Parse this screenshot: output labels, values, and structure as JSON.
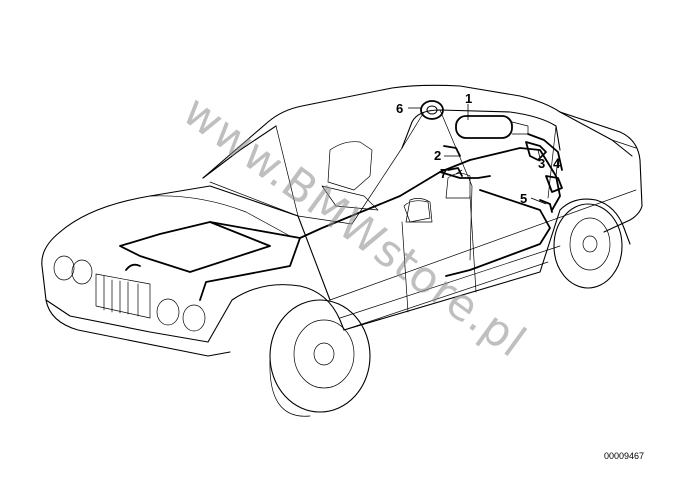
{
  "diagram": {
    "callouts": [
      {
        "id": "1",
        "label": "1"
      },
      {
        "id": "2",
        "label": "2"
      },
      {
        "id": "3",
        "label": "3"
      },
      {
        "id": "4",
        "label": "4"
      },
      {
        "id": "5",
        "label": "5"
      },
      {
        "id": "6",
        "label": "6"
      },
      {
        "id": "7",
        "label": "7"
      }
    ],
    "watermark": "www.BMWstore.pl",
    "part_number": "00009467"
  }
}
